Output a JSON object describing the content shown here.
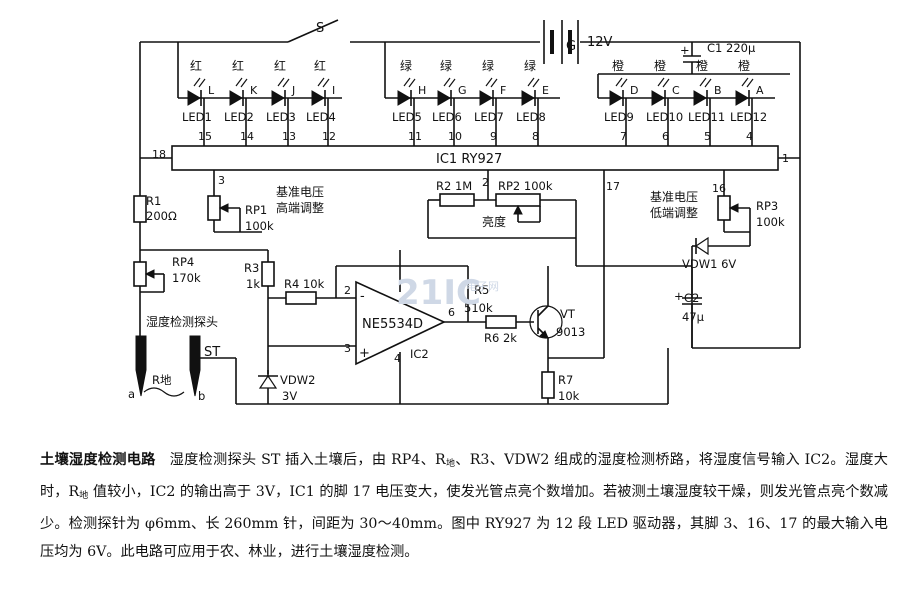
{
  "components": {
    "switch": "S",
    "battery": "G",
    "battery_v": "12V",
    "c1": "C1 220μ",
    "ic1": "IC1 RY927",
    "r1a": "R1",
    "r1b": "200Ω",
    "rp1": "RP1",
    "rp1v": "100k",
    "rp1_note1": "基准电压",
    "rp1_note2": "高端调整",
    "r2": "R2 1M",
    "rp2": "RP2 100k",
    "rp2_note": "亮度",
    "rp3": "RP3",
    "rp3v": "100k",
    "rp3_note1": "基准电压",
    "rp3_note2": "低端调整",
    "vdw1": "VDW1 6V",
    "rp4": "RP4",
    "rp4v": "170k",
    "r3": "R3",
    "r3v": "1k",
    "r4": "R4 10k",
    "r5": "R5",
    "r5v": "510k",
    "opamp": "NE5534D",
    "ic2": "IC2",
    "vt": "VT",
    "vtv": "9013",
    "r6": "R6 2k",
    "r7": "R7",
    "r7v": "10k",
    "c2": "C2",
    "c2v": "47μ",
    "vdw2": "VDW2",
    "vdw2v": "3V",
    "probe": "湿度检测探头",
    "st": "ST",
    "rground": "R地",
    "a": "a",
    "b": "b",
    "watermark": "21IC",
    "watermark_cn": "电子网"
  },
  "leds": [
    {
      "name": "LED1",
      "pin": "15",
      "color": "红",
      "seg": "L"
    },
    {
      "name": "LED2",
      "pin": "14",
      "color": "红",
      "seg": "K"
    },
    {
      "name": "LED3",
      "pin": "13",
      "color": "红",
      "seg": "J"
    },
    {
      "name": "LED4",
      "pin": "12",
      "color": "红",
      "seg": "I"
    },
    {
      "name": "LED5",
      "pin": "11",
      "color": "绿",
      "seg": "H"
    },
    {
      "name": "LED6",
      "pin": "10",
      "color": "绿",
      "seg": "G"
    },
    {
      "name": "LED7",
      "pin": "9",
      "color": "绿",
      "seg": "F"
    },
    {
      "name": "LED8",
      "pin": "8",
      "color": "绿",
      "seg": "E"
    },
    {
      "name": "LED9",
      "pin": "7",
      "color": "橙",
      "seg": "D"
    },
    {
      "name": "LED10",
      "pin": "6",
      "color": "橙",
      "seg": "C"
    },
    {
      "name": "LED11",
      "pin": "5",
      "color": "橙",
      "seg": "B"
    },
    {
      "name": "LED12",
      "pin": "4",
      "color": "橙",
      "seg": "A"
    }
  ],
  "pins": {
    "p18": "18",
    "p1": "1",
    "p3": "3",
    "p2": "2",
    "p17": "17",
    "p16": "16",
    "op2": "2",
    "op3": "3",
    "op4": "4",
    "op6": "6",
    "minus": "-",
    "plus": "+"
  },
  "caption": {
    "title": "土壤湿度检测电路",
    "t1": "湿度检测探头 ST 插入土壤后，由 RP4、R",
    "s1": "地",
    "t2": "、R3、VDW2 组成的湿度检测桥路，将湿度信号输入 IC2。湿度大时，R",
    "s2": "地",
    "t3": " 值较小，IC2 的输出高于 3V，IC1 的脚 17 电压变大，使发光管点亮个数增加。若被测土壤湿度较干燥，则发光管点亮个数减少。检测探针为 φ6mm、长 260mm 针，间距为 30～40mm。图中 RY927 为 12 段 LED 驱动器，其脚 3、16、17 的最大输入电压均为 6V。此电路可应用于农、林业，进行土壤湿度检测。"
  }
}
